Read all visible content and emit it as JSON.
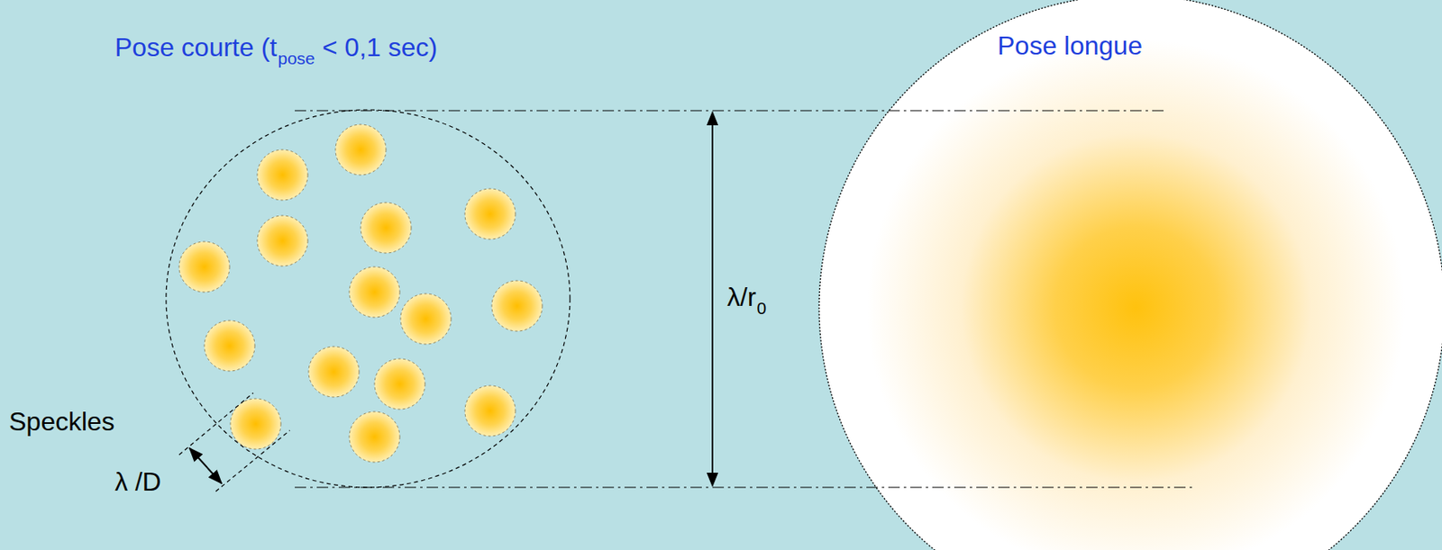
{
  "diagram": {
    "labels": [
      "Pose courte (t",
      "pose",
      "< 0,1 sec)",
      "Pose longue",
      "λ/r",
      "0",
      "Speckles",
      "λ /D"
    ]
  }
}
